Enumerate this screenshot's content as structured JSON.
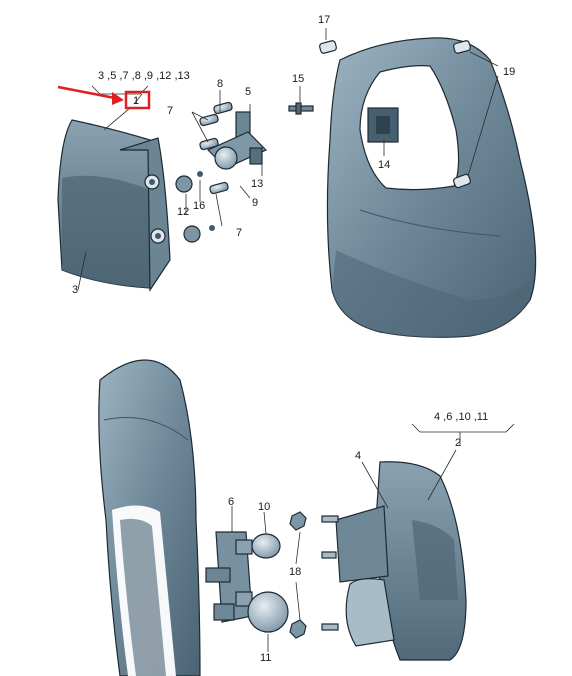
{
  "callouts": {
    "c1": "1",
    "c2": "2",
    "c3": "3",
    "c4": "4",
    "c5": "5",
    "c6": "6",
    "c7a": "7",
    "c7b": "7",
    "c8": "8",
    "c9": "9",
    "c10": "10",
    "c11": "11",
    "c12": "12",
    "c13": "13",
    "c14": "14",
    "c15": "15",
    "c16": "16",
    "c17": "17",
    "c18": "18",
    "c19": "19"
  },
  "groups": {
    "g1": "3 ,5 ,7 ,8 ,9 ,12 ,13",
    "g2": "4 ,6 ,10 ,11"
  },
  "colors": {
    "highlight": "#e02020",
    "part_fill": "#5d7889",
    "part_dark": "#3c5261",
    "part_light": "#8fa8b6",
    "outline": "#1e2a33"
  }
}
